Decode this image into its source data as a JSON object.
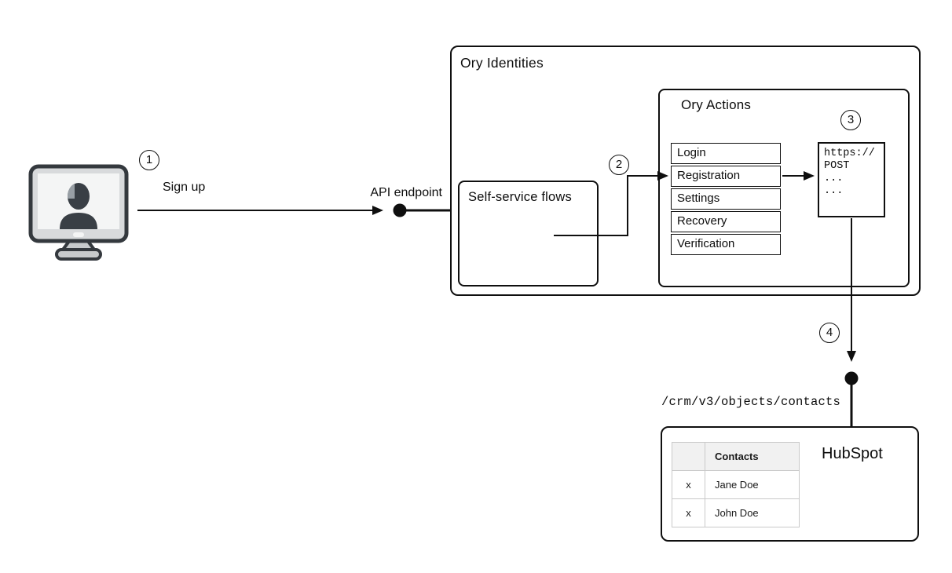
{
  "diagram": {
    "background": "#ffffff",
    "line_color": "#0f0f0f",
    "steps": [
      "1",
      "2",
      "3",
      "4"
    ],
    "user": {
      "icon": "person-at-computer-monitor"
    },
    "sign_up_label": "Sign up",
    "api_endpoint_label": "API endpoint",
    "ory_identities": {
      "title": "Ory Identities",
      "self_service_flows": {
        "title": "Self-service flows"
      },
      "ory_actions": {
        "title": "Ory Actions",
        "flows": [
          "Login",
          "Registration",
          "Settings",
          "Recovery",
          "Verification"
        ],
        "webhook_request_lines": [
          "https://",
          "POST",
          "...",
          "..."
        ]
      }
    },
    "crm_endpoint_label": "/crm/v3/objects/contacts",
    "hubspot": {
      "title": "HubSpot",
      "contacts_table": {
        "headers": [
          "",
          "Contacts"
        ],
        "rows": [
          [
            "x",
            "Jane Doe"
          ],
          [
            "x",
            "John Doe"
          ]
        ]
      }
    }
  }
}
